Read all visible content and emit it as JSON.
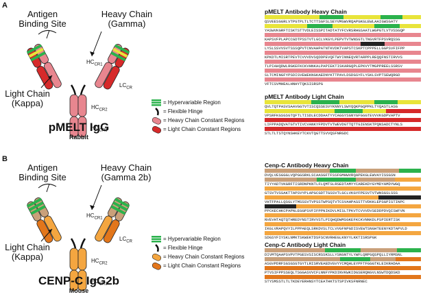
{
  "panels": [
    {
      "letter": "A",
      "antigen_label": "Antigen\nBinding Site",
      "heavy_label": "Heavy Chain\n(Gamma)",
      "light_label": "Light Chain\n(Kappa)",
      "hc_cr1": "HC",
      "hc_cr1_sub": "CR1",
      "lc_cr": "LC",
      "lc_cr_sub": "CR",
      "hc_cr2": "HC",
      "hc_cr2_sub": "CR2",
      "hc_cr3": "HC",
      "hc_cr3_sub": "CR3",
      "title": "pMELT IgG",
      "species": "Rabbit",
      "legend": [
        "= Hypervariable Region",
        "= Flexible Hinge",
        "= Heavy Chain Constant Regions",
        "= Light Chain Constant Regions"
      ],
      "colors": {
        "heavy": "#e8868f",
        "light": "#d62a2a",
        "hyper": "#2bb24c",
        "yellow": "#e8e43a"
      },
      "heavy_chain_title": "pMELT Antibody Heavy Chain",
      "heavy_seq": [
        "QSVEESGGRLVTPGTPLTLTCTTSGFSLSEYVMGWVRQAPGKGLEWLAAIGWSGATY",
        "YASWVKGRFTISKTSTTVDLEISSPITADTATYFCVRSRHGSAATLWGPGTLVTVSSGQP",
        "KAPSVFPLAPCCGDTPSSTVTLGCLVKGYLPEPVTVTWNSGTLTNGVRTFPSVRQSSG",
        "LYSLSSVVSVTSSSQPVTCNVAHPATNTKVDKTVAPSTCSKPTCPPPELLGGPSVFIFPP",
        "KPKDTLMISRTPEVTCVVVDVSQDDPEVQFTWYINNEQVRTARPPLREQQFNSTIRVVS",
        "TLPIAHQDWLRGKEFKCKVHNKALPAPIEKTISKARGQPLEPKVYTMGPPREELSSRSV",
        "SLTCMINGFYPSDISVEWEKNGKAEDNYKTTPAVLDSDGSYFLYSKLSVPTSEWQRGD",
        "VFTCSVMHEALHNHYTQKSISRSPG"
      ],
      "light_chain_title": "pMELT Antibody Light Chain",
      "light_seq": [
        "QVLTQTPASVSAAVGGTVTISCQSSESVYKNNYLSWYQQKPGQPPKLTYQASTLASG",
        "VPSRFKGSGSGTQFTLTISDLECDDAATYYCAGGYSGNYGFGGGTEVVVKGDPVAPTV",
        "LIFPPADQVATGTVTIVCVANKYFPDVTVTWEVDGTTQTTGIENSKTPQNSADCTYNLS",
        "STLTLTSTQYNSHKEYTCKVTQGTTSVVQSFNRGDC"
      ]
    },
    {
      "letter": "B",
      "antigen_label": "Antigen\nBinding Site",
      "heavy_label": "Heavy Chain\n(Gamma 2b)",
      "light_label": "Light Chain\n(Kappa)",
      "hc_cr1": "HC",
      "hc_cr1_sub": "CR1",
      "lc_cr": "LC",
      "lc_cr_sub": "CR",
      "hc_cr2": "HC",
      "hc_cr2_sub": "CR2",
      "hc_cr3": "HC",
      "hc_cr3_sub": "CR3",
      "title": "CENP-C IgG2b",
      "species": "Mouse",
      "legend": [
        "= Hypervariable Region",
        "= Flexible Hinge",
        "= Heavy Chain Constant Regions",
        "= Light Chain Constant Regions"
      ],
      "colors": {
        "heavy": "#f4a640",
        "light": "#e2761b",
        "hyper": "#2bb24c",
        "tan": "#c9a07a"
      },
      "heavy_chain_title": "Cenp-C Antibody Heavy Chain",
      "heavy_seq": [
        "DVQLVESGGGLVQPGGSRKLSCAASGFTFSSFGMHWVRQAPEKGLEWVAYISSGSN",
        "TIYYADTVKGRFTISRDNPKNTLFLQMTSLRSEDTAMYYCAREKDYGYMDYAMDYWGQ",
        "GTSVTVSSAKTTAPSVYPLAPGCGDTTGSSVTLGCLVKGYFPESVTVTWNSGSLSSS",
        "VHTFPALLQSGLYTMSSSVTVPSSTWPSQTVTCSVAHPASSTTVDKKLEPSGPISTINPC",
        "PPCKECHKCPAPNLEGGPSVFIFPPNIKDVLMISLTPKVTCVVVDVSEDDPDVQISWFVN",
        "NVEVHTAQTQTHREDYNSTIRVVSTLPIQHQDWMSGKEFKCKVNNKDLPSPIERTISK",
        "IKGLVRAPQVYILPPPAEQLSRKDVSLTCLVVGFNPGDISVEWTSNGHTEENYKDTAPVLD",
        "SDGSYFIYSKLNMKTSKWEKTDSFSCNVRHEGLKNYYLKKTISRSPGK"
      ],
      "light_chain_title": "Cenp-C Antibody Light Chain",
      "light_seq": [
        "DIVMTQAAPSVPVTPGESVSISCRSSKSLLYSNGNTYLYWFLQRPGQSPQLLIYRMSNL",
        "ASGVPDRFSGSGSGTGYTLRISRVEAEDVGVYYCMQHLEYPFTFGGGTKLEIKRADAA",
        "PTVSIFPPSSEQLTSGGASVVCFLNNFYPKDINVKWKIDGSERQNGVLNSWTDQDSKD",
        "STYSMSSTLTLTKDEYERHNSYTCEATHKTSTSPIVKSFNRNEC"
      ]
    }
  ]
}
